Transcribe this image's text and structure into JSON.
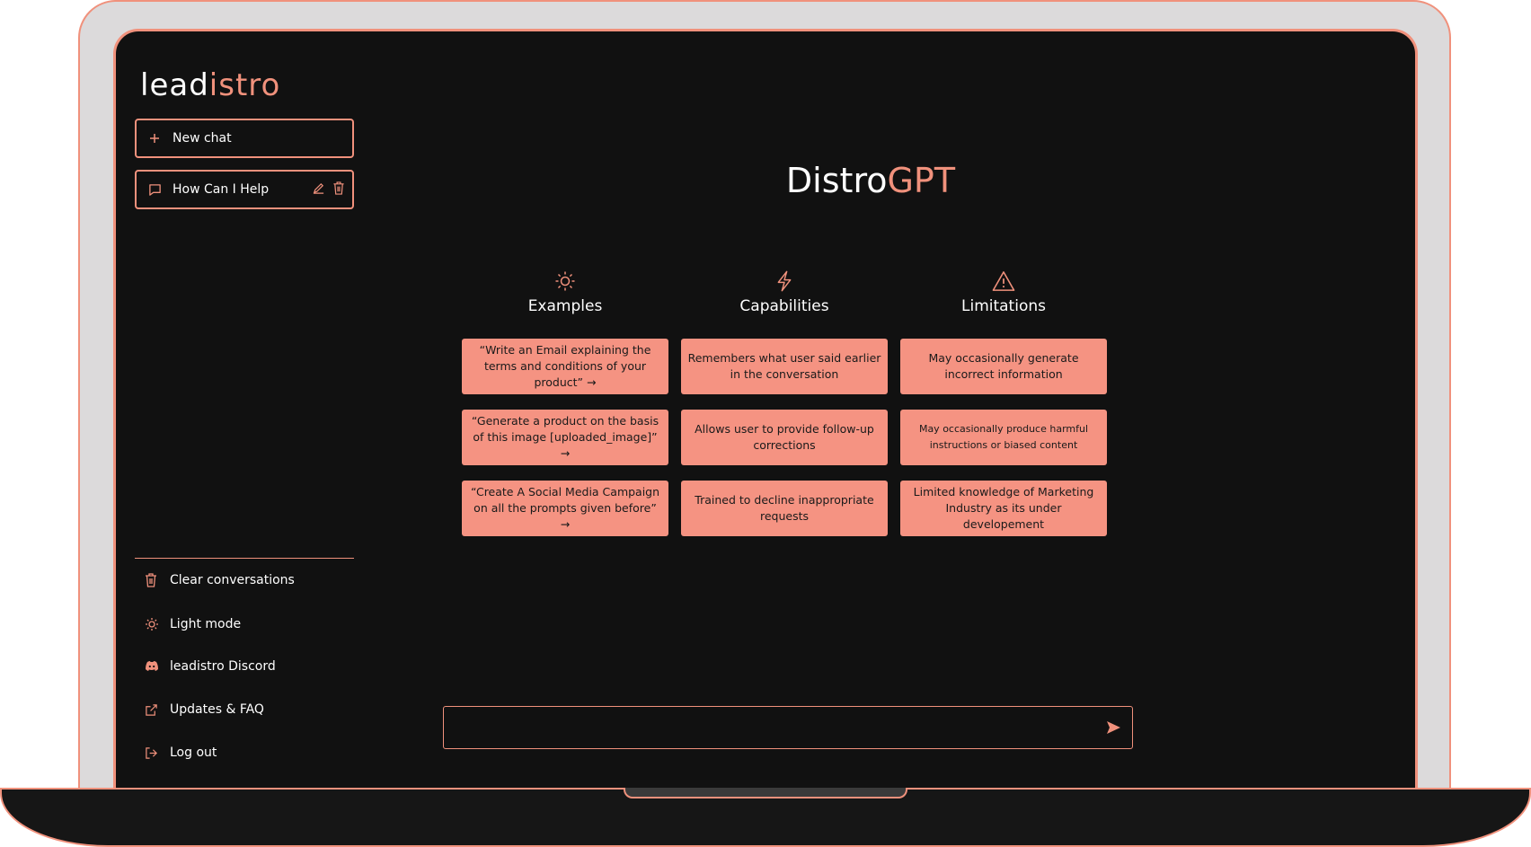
{
  "colors": {
    "accent": "#f0917c",
    "card_bg": "#f59382",
    "screen_bg": "#111111"
  },
  "logo": {
    "part1": "lead",
    "part2": "istro"
  },
  "sidebar": {
    "new_chat": {
      "icon": "plus-icon",
      "label": "New chat"
    },
    "conversation": {
      "icon": "chat-bubble-icon",
      "label": "How Can I Help"
    },
    "menu": [
      {
        "icon": "trash-icon",
        "label": "Clear conversations"
      },
      {
        "icon": "sun-icon",
        "label": "Light mode"
      },
      {
        "icon": "discord-icon",
        "label": "leadistro Discord"
      },
      {
        "icon": "external-link-icon",
        "label": "Updates & FAQ"
      },
      {
        "icon": "logout-icon",
        "label": "Log out"
      }
    ]
  },
  "main": {
    "title_part1": "Distro",
    "title_part2": "GPT",
    "columns": [
      {
        "icon": "sun-icon",
        "title": "Examples",
        "cards": [
          "“Write an Email explaining the terms and conditions of your product” →",
          "“Generate a product on the basis of this image [uploaded_image]” →",
          "“Create A Social Media Campaign on all the prompts given before” →"
        ]
      },
      {
        "icon": "lightning-icon",
        "title": "Capabilities",
        "cards": [
          "Remembers what user said earlier in the conversation",
          "Allows user to provide follow-up corrections",
          "Trained to decline inappropriate requests"
        ]
      },
      {
        "icon": "warning-icon",
        "title": "Limitations",
        "cards": [
          "May occasionally generate incorrect information",
          "May occasionally produce harmful instructions or biased content",
          "Limited knowledge of Marketing Industry as its under developement"
        ]
      }
    ],
    "input": {
      "placeholder": "",
      "value": ""
    }
  }
}
